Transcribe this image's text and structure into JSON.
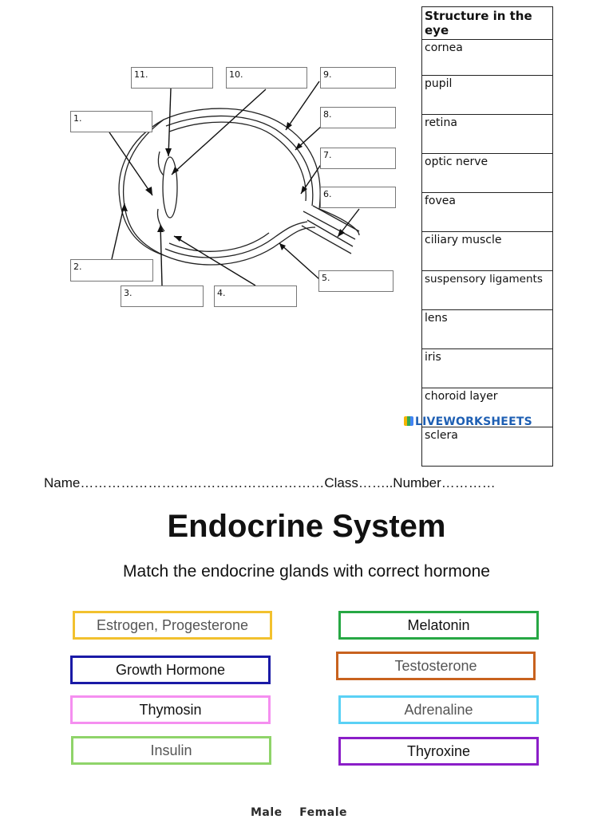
{
  "eye_diagram": {
    "labels": [
      "1.",
      "2.",
      "3.",
      "4.",
      "5.",
      "6.",
      "7.",
      "8.",
      "9.",
      "10.",
      "11."
    ]
  },
  "structure_table": {
    "header": "Structure in the eye",
    "rows": [
      "cornea",
      "pupil",
      "retina",
      "optic nerve",
      "fovea",
      "ciliary muscle",
      "suspensory ligaments",
      "lens",
      "iris",
      "choroid layer",
      "sclera"
    ]
  },
  "watermark": "LIVEWORKSHEETS",
  "endocrine": {
    "name_line": "Name………………………………………………Class……..Number…………",
    "title": "Endocrine System",
    "subtitle": "Match the endocrine glands with correct hormone",
    "hormones": [
      {
        "label": "Estrogen, Progesterone",
        "color": "#f2c12e"
      },
      {
        "label": "Melatonin",
        "color": "#27a844"
      },
      {
        "label": "Growth Hormone",
        "color": "#1a1aa6"
      },
      {
        "label": "Testosterone",
        "color": "#c8621e"
      },
      {
        "label": "Thymosin",
        "color": "#f58ff0"
      },
      {
        "label": "Adrenaline",
        "color": "#5ad1f5"
      },
      {
        "label": "Insulin",
        "color": "#8fd46a"
      },
      {
        "label": "Thyroxine",
        "color": "#8b1ec8"
      }
    ],
    "footer": "Male    Female"
  }
}
